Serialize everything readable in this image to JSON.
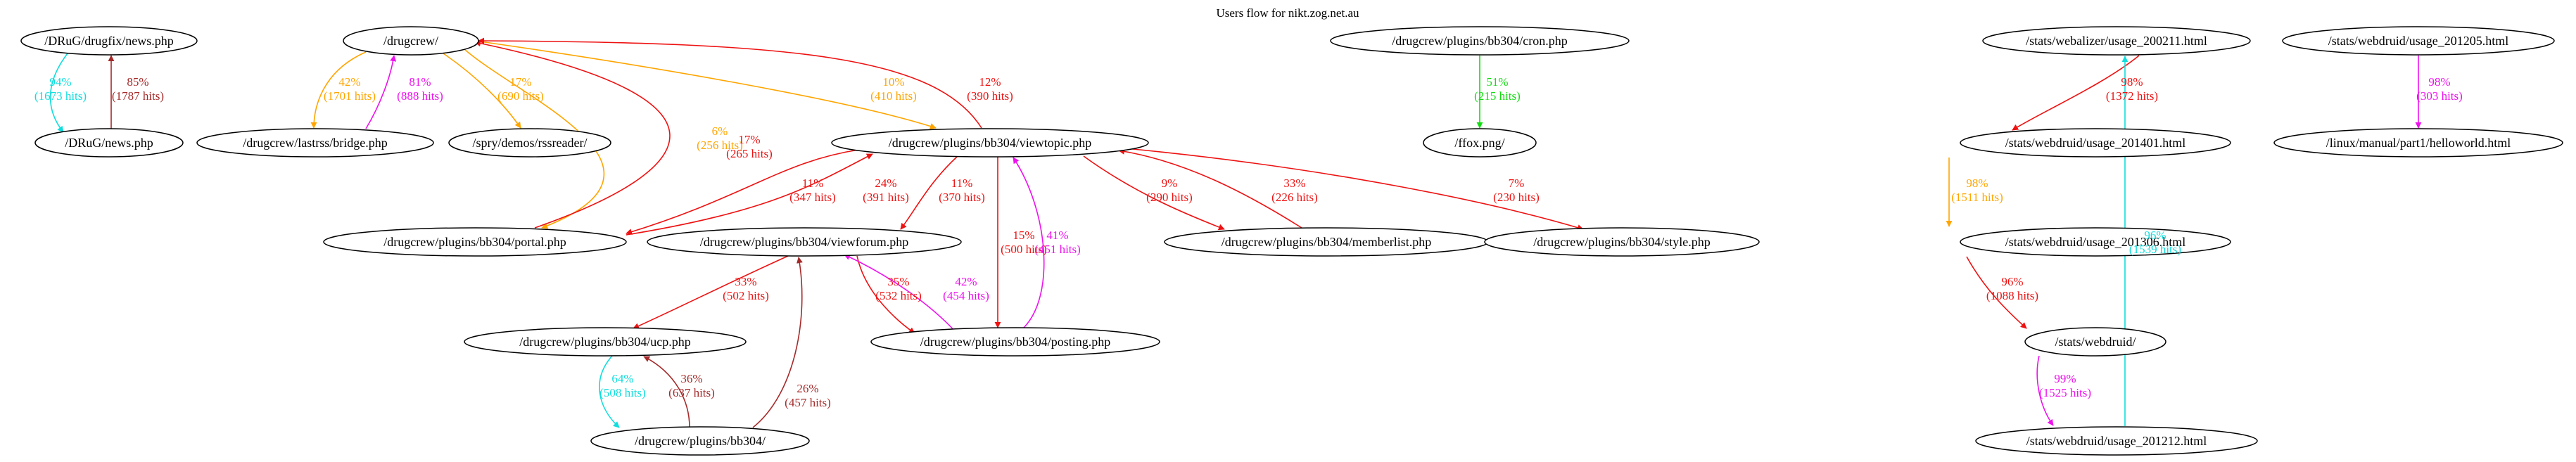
{
  "title": "Users flow for nikt.zog.net.au",
  "colors": {
    "red": "#ee1111",
    "darkred": "#a52a2a",
    "orange": "#ffa500",
    "magenta": "#ee11ee",
    "cyan": "#11dddd",
    "green": "#11dd11"
  },
  "nodes": {
    "drugfix_news": "/DRuG/drugfix/news.php",
    "drug_news": "/DRuG/news.php",
    "drugcrew": "/drugcrew/",
    "lastrss_bridge": "/drugcrew/lastrss/bridge.php",
    "rssreader": "/spry/demos/rssreader/",
    "viewtopic": "/drugcrew/plugins/bb304/viewtopic.php",
    "portal": "/drugcrew/plugins/bb304/portal.php",
    "viewforum": "/drugcrew/plugins/bb304/viewforum.php",
    "memberlist": "/drugcrew/plugins/bb304/memberlist.php",
    "style": "/drugcrew/plugins/bb304/style.php",
    "ucp": "/drugcrew/plugins/bb304/ucp.php",
    "posting": "/drugcrew/plugins/bb304/posting.php",
    "bb304": "/drugcrew/plugins/bb304/",
    "cron": "/drugcrew/plugins/bb304/cron.php",
    "ffox": "/ffox.png/",
    "webalizer_200211": "/stats/webalizer/usage_200211.html",
    "webdruid_201205": "/stats/webdruid/usage_201205.html",
    "webdruid_201401": "/stats/webdruid/usage_201401.html",
    "helloworld": "/linux/manual/part1/helloworld.html",
    "webdruid_201306": "/stats/webdruid/usage_201306.html",
    "webdruid": "/stats/webdruid/",
    "webdruid_201212": "/stats/webdruid/usage_201212.html"
  },
  "edges": [
    {
      "from": "drugfix_news",
      "to": "drug_news",
      "pct": "94%",
      "hits": "(1673 hits)",
      "color": "cyan"
    },
    {
      "from": "drug_news",
      "to": "drugfix_news",
      "pct": "85%",
      "hits": "(1787 hits)",
      "color": "darkred"
    },
    {
      "from": "drugcrew",
      "to": "lastrss_bridge",
      "pct": "42%",
      "hits": "(1701 hits)",
      "color": "orange"
    },
    {
      "from": "lastrss_bridge",
      "to": "drugcrew",
      "pct": "81%",
      "hits": "(888 hits)",
      "color": "magenta"
    },
    {
      "from": "drugcrew",
      "to": "rssreader",
      "pct": "17%",
      "hits": "(690 hits)",
      "color": "orange"
    },
    {
      "from": "drugcrew",
      "to": "viewtopic",
      "pct": "10%",
      "hits": "(410 hits)",
      "color": "orange"
    },
    {
      "from": "viewtopic",
      "to": "drugcrew",
      "pct": "12%",
      "hits": "(390 hits)",
      "color": "red"
    },
    {
      "from": "drugcrew",
      "to": "portal",
      "pct": "6%",
      "hits": "(256 hits)",
      "color": "orange"
    },
    {
      "from": "portal",
      "to": "drugcrew",
      "pct": "17%",
      "hits": "(265 hits)",
      "color": "red"
    },
    {
      "from": "viewtopic",
      "to": "portal",
      "pct": "11%",
      "hits": "(347 hits)",
      "color": "red"
    },
    {
      "from": "portal",
      "to": "viewtopic",
      "pct": "24%",
      "hits": "(391 hits)",
      "color": "red"
    },
    {
      "from": "viewtopic",
      "to": "viewforum",
      "pct": "11%",
      "hits": "(370 hits)",
      "color": "red"
    },
    {
      "from": "viewtopic",
      "to": "posting",
      "pct": "15%",
      "hits": "(500 hits)",
      "color": "red"
    },
    {
      "from": "posting",
      "to": "viewtopic",
      "pct": "41%",
      "hits": "(451 hits)",
      "color": "magenta"
    },
    {
      "from": "viewtopic",
      "to": "memberlist",
      "pct": "9%",
      "hits": "(290 hits)",
      "color": "red"
    },
    {
      "from": "memberlist",
      "to": "viewtopic",
      "pct": "33%",
      "hits": "(226 hits)",
      "color": "red"
    },
    {
      "from": "viewtopic",
      "to": "style",
      "pct": "7%",
      "hits": "(230 hits)",
      "color": "red"
    },
    {
      "from": "viewforum",
      "to": "ucp",
      "pct": "33%",
      "hits": "(502 hits)",
      "color": "red"
    },
    {
      "from": "viewforum",
      "to": "posting",
      "pct": "35%",
      "hits": "(532 hits)",
      "color": "red"
    },
    {
      "from": "posting",
      "to": "viewforum",
      "pct": "42%",
      "hits": "(454 hits)",
      "color": "magenta"
    },
    {
      "from": "ucp",
      "to": "bb304",
      "pct": "64%",
      "hits": "(508 hits)",
      "color": "cyan"
    },
    {
      "from": "bb304",
      "to": "ucp",
      "pct": "36%",
      "hits": "(637 hits)",
      "color": "darkred"
    },
    {
      "from": "bb304",
      "to": "viewforum",
      "pct": "26%",
      "hits": "(457 hits)",
      "color": "darkred"
    },
    {
      "from": "cron",
      "to": "ffox",
      "pct": "51%",
      "hits": "(215 hits)",
      "color": "green"
    },
    {
      "from": "webalizer_200211",
      "to": "webdruid_201401",
      "pct": "98%",
      "hits": "(1372 hits)",
      "color": "red"
    },
    {
      "from": "webdruid_201401",
      "to": "webdruid_201306",
      "pct": "98%",
      "hits": "(1511 hits)",
      "color": "orange"
    },
    {
      "from": "webdruid_201306",
      "to": "webdruid",
      "pct": "96%",
      "hits": "(1088 hits)",
      "color": "red"
    },
    {
      "from": "webdruid",
      "to": "webdruid_201212",
      "pct": "99%",
      "hits": "(1525 hits)",
      "color": "magenta"
    },
    {
      "from": "webdruid_201212",
      "to": "webalizer_200211",
      "pct": "96%",
      "hits": "(1539 hits)",
      "color": "cyan"
    },
    {
      "from": "webdruid_201205",
      "to": "helloworld",
      "pct": "98%",
      "hits": "(303 hits)",
      "color": "magenta"
    }
  ]
}
